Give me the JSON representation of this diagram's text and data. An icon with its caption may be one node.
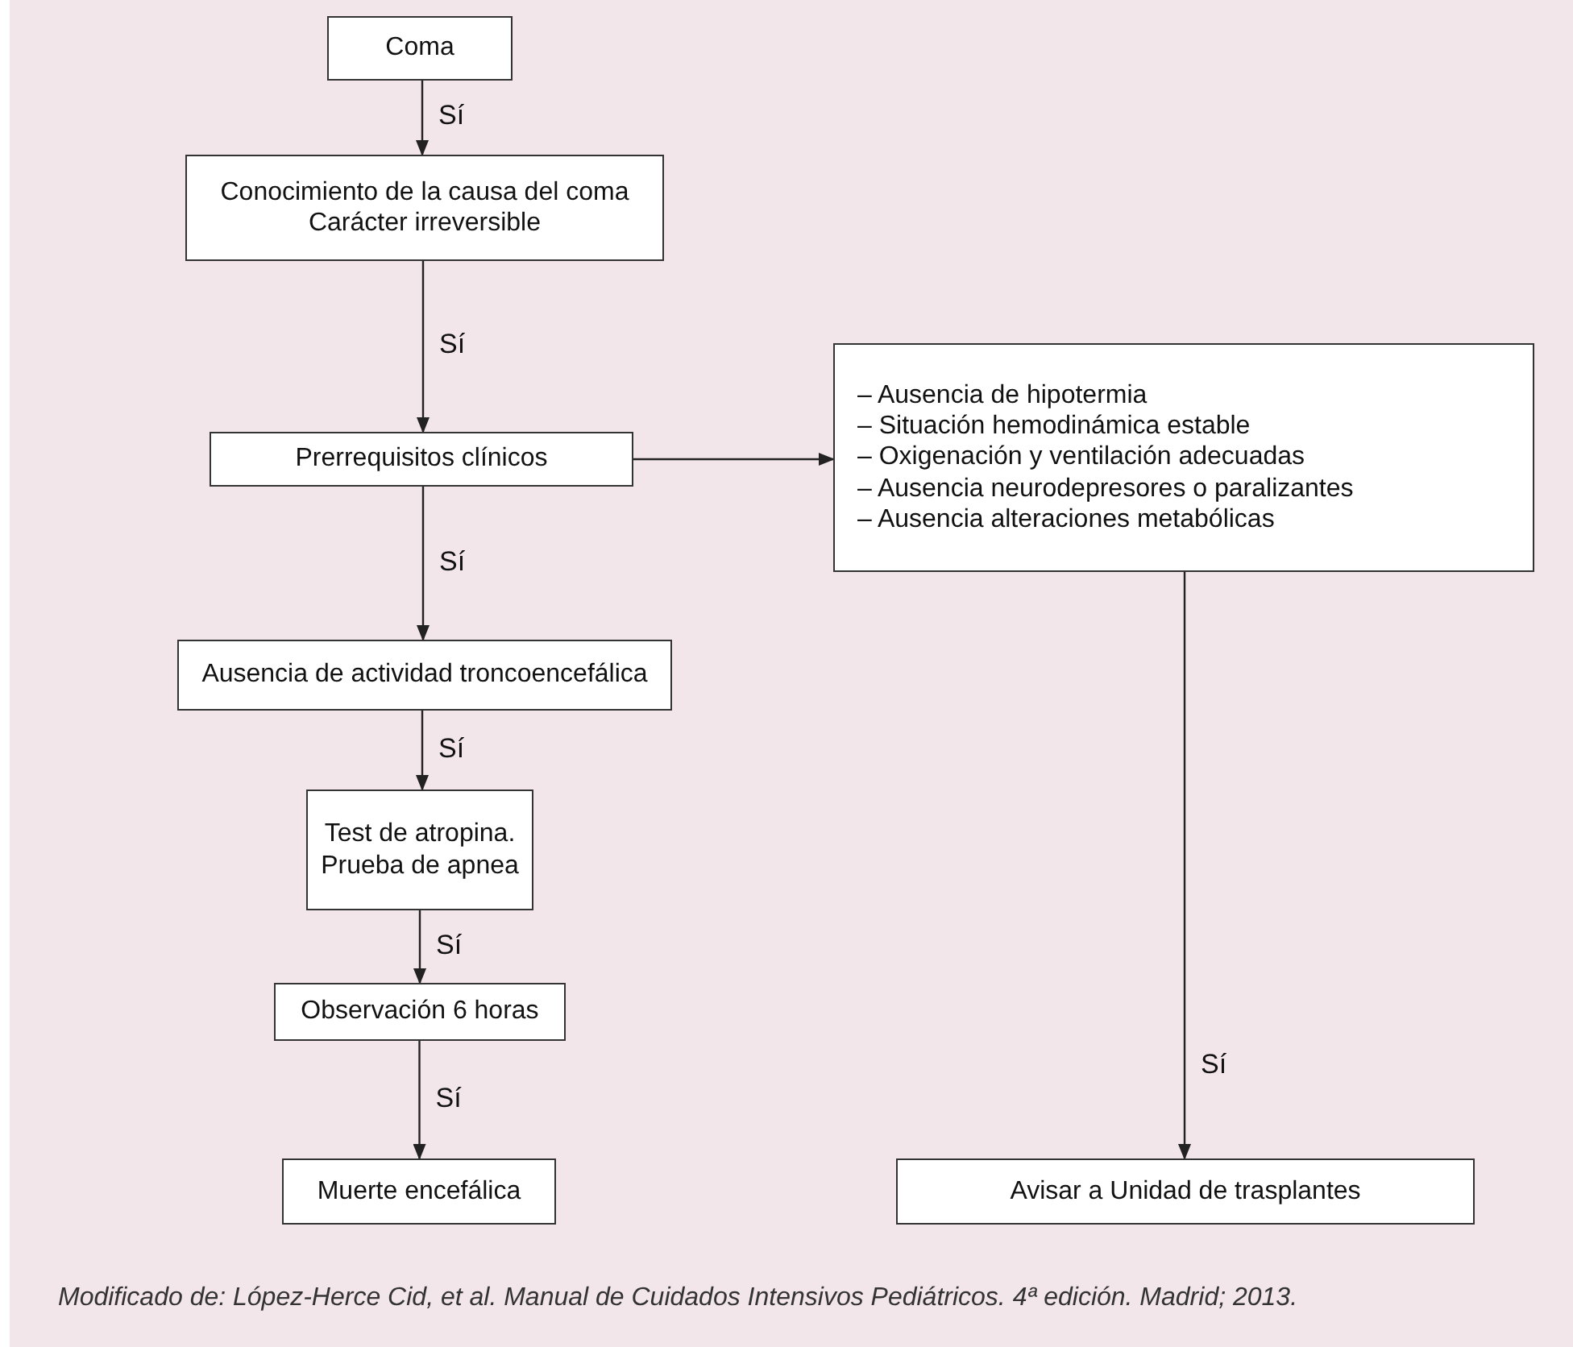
{
  "diagram": {
    "caption": "Modificado de: López-Herce Cid, et al. Manual de Cuidados Intensivos Pediátricos. 4ª edición. Madrid; 2013.",
    "nodes": [
      {
        "text": [
          "Coma"
        ]
      },
      {
        "text": [
          "Conocimiento de la causa del coma",
          "Carácter irreversible"
        ]
      },
      {
        "text": [
          "Prerrequisitos clínicos"
        ]
      },
      {
        "text": [
          "– Ausencia de hipotermia",
          "– Situación hemodinámica estable",
          "– Oxigenación y ventilación adecuadas",
          "– Ausencia neurodepresores o paralizantes",
          "– Ausencia alteraciones metabólicas"
        ]
      },
      {
        "text": [
          "Ausencia de actividad troncoencefálica"
        ]
      },
      {
        "text": [
          "Test de atropina. Prueba de apnea"
        ]
      },
      {
        "text": [
          "Observación 6 horas"
        ]
      },
      {
        "text": [
          "Muerte encefálica"
        ]
      },
      {
        "text": [
          "Avisar a Unidad de trasplantes"
        ]
      }
    ],
    "edges": [
      {
        "from": 0,
        "to": 1,
        "arrow": "to",
        "label": "Sí"
      },
      {
        "from": 1,
        "to": 2,
        "arrow": "to",
        "label": "Sí"
      },
      {
        "from": 2,
        "to": 3,
        "arrow": "to"
      },
      {
        "from": 2,
        "to": 4,
        "arrow": "to",
        "label": "Sí"
      },
      {
        "from": 4,
        "to": 5,
        "arrow": "to",
        "label": "Sí"
      },
      {
        "from": 5,
        "to": 6,
        "arrow": "to",
        "label": "Sí"
      },
      {
        "from": 6,
        "to": 7,
        "arrow": "to",
        "label": "Sí"
      },
      {
        "from": 3,
        "to": 8,
        "arrow": "to",
        "label": "Sí"
      }
    ]
  }
}
